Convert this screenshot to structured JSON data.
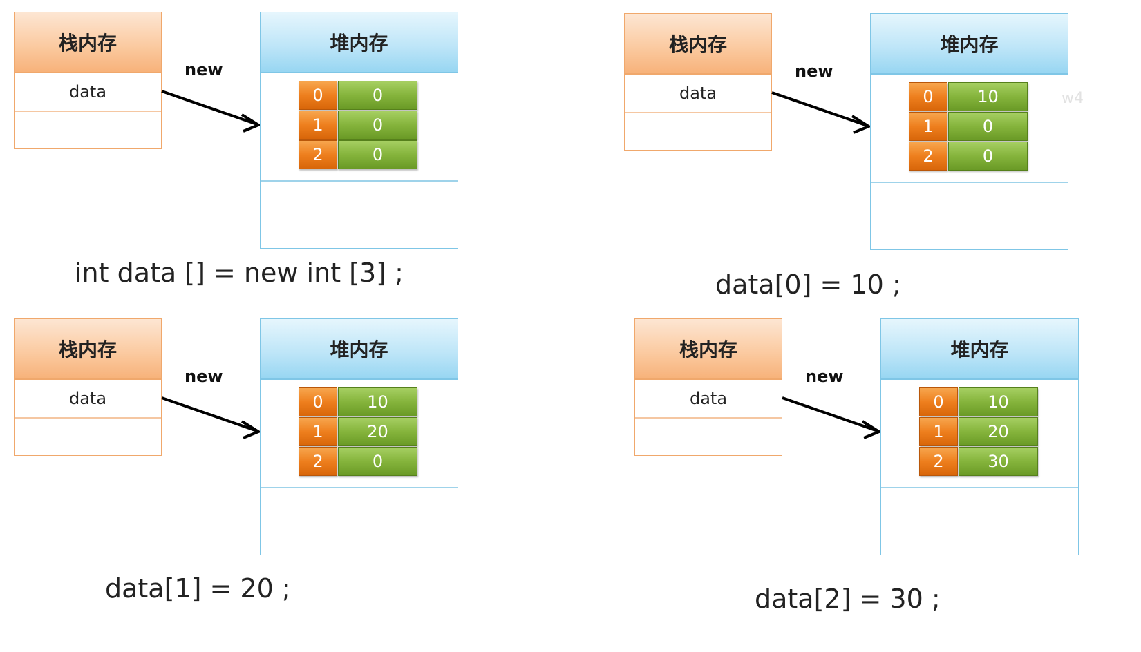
{
  "panels": [
    {
      "stack_title": "栈内存",
      "var_name": "data",
      "arrow_label": "new",
      "heap_title": "堆内存",
      "array": [
        {
          "index": "0",
          "value": "0"
        },
        {
          "index": "1",
          "value": "0"
        },
        {
          "index": "2",
          "value": "0"
        }
      ],
      "code": "int data [] = new int [3] ;"
    },
    {
      "stack_title": "栈内存",
      "var_name": "data",
      "arrow_label": "new",
      "heap_title": "堆内存",
      "array": [
        {
          "index": "0",
          "value": "10"
        },
        {
          "index": "1",
          "value": "0"
        },
        {
          "index": "2",
          "value": "0"
        }
      ],
      "code": "data[0] = 10 ;"
    },
    {
      "stack_title": "栈内存",
      "var_name": "data",
      "arrow_label": "new",
      "heap_title": "堆内存",
      "array": [
        {
          "index": "0",
          "value": "10"
        },
        {
          "index": "1",
          "value": "20"
        },
        {
          "index": "2",
          "value": "0"
        }
      ],
      "code": "data[1] = 20 ;"
    },
    {
      "stack_title": "栈内存",
      "var_name": "data",
      "arrow_label": "new",
      "heap_title": "堆内存",
      "array": [
        {
          "index": "0",
          "value": "10"
        },
        {
          "index": "1",
          "value": "20"
        },
        {
          "index": "2",
          "value": "30"
        }
      ],
      "code": "data[2] = 30 ;"
    }
  ],
  "watermark": "w4",
  "colors": {
    "stack_border": "#f0a86c",
    "heap_border": "#7fc6e6",
    "index_cell": "#ee7f1e",
    "value_cell": "#85b43c"
  }
}
